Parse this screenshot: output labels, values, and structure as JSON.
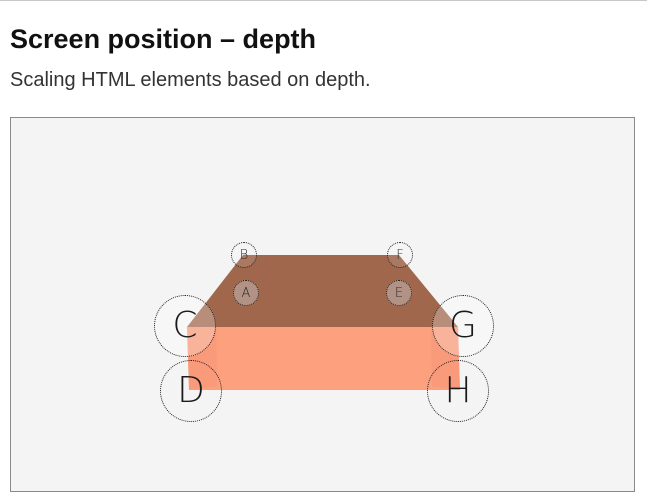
{
  "page": {
    "title": "Screen position – depth",
    "subtitle": "Scaling HTML elements based on depth."
  },
  "scene": {
    "box_top_color": "#a0674d",
    "box_front_color": "#fca07e",
    "background_color": "#f4f4f4",
    "markers": [
      {
        "id": "a",
        "label": "A"
      },
      {
        "id": "b",
        "label": "B"
      },
      {
        "id": "c",
        "label": "C"
      },
      {
        "id": "d",
        "label": "D"
      },
      {
        "id": "e",
        "label": "E"
      },
      {
        "id": "f",
        "label": "F"
      },
      {
        "id": "g",
        "label": "G"
      },
      {
        "id": "h",
        "label": "H"
      }
    ]
  }
}
